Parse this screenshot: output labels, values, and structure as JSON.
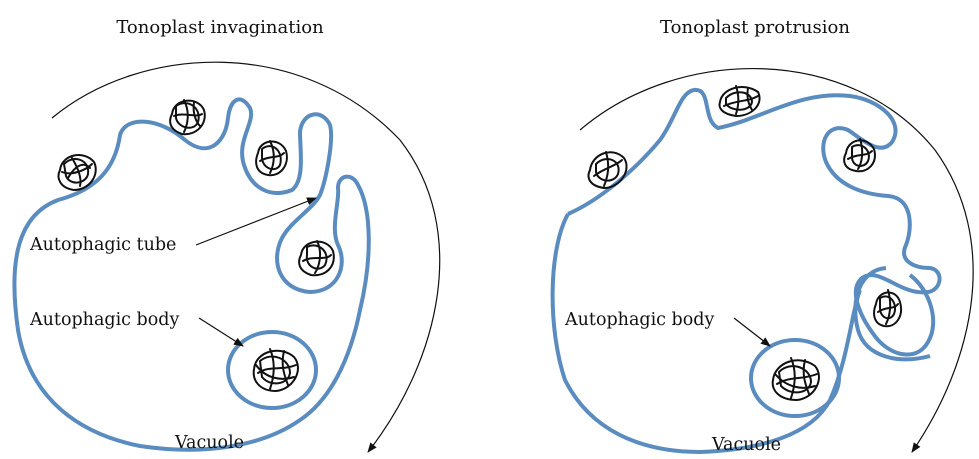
{
  "panels": [
    {
      "title": "Tonoplast invagination",
      "labels": {
        "tube": "Autophagic tube",
        "body": "Autophagic body",
        "vacuole": "Vacuole"
      }
    },
    {
      "title": "Tonoplast protrusion",
      "labels": {
        "body": "Autophagic body",
        "vacuole": "Vacuole"
      }
    }
  ],
  "colors": {
    "tonoplast": "#5b8cc0",
    "outline": "#111111"
  }
}
